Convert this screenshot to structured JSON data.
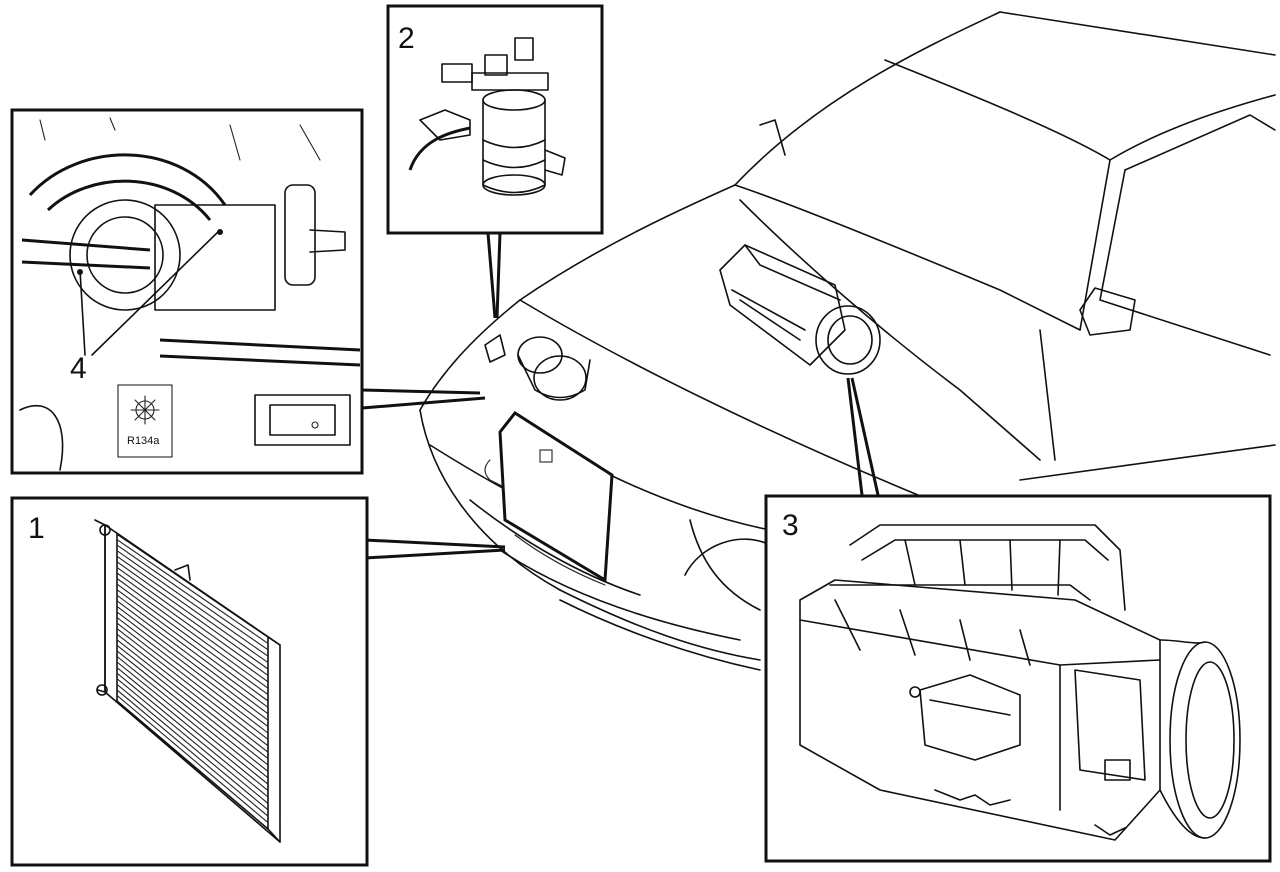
{
  "callouts": {
    "condenser": "1",
    "receiver_drier": "2",
    "evaporator_housing": "3",
    "service_valves": "4"
  },
  "refrigerant_label": "R134a"
}
